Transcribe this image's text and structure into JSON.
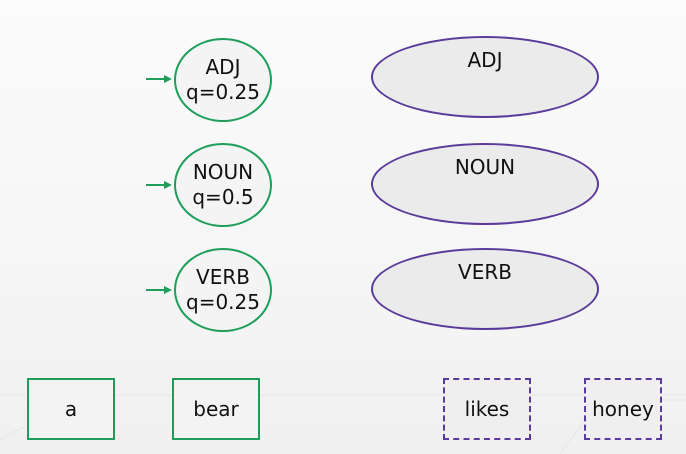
{
  "states": [
    {
      "tag": "ADJ",
      "prob": "q=0.25"
    },
    {
      "tag": "NOUN",
      "prob": "q=0.5"
    },
    {
      "tag": "VERB",
      "prob": "q=0.25"
    }
  ],
  "emissions": [
    "ADJ",
    "NOUN",
    "VERB"
  ],
  "words": [
    {
      "text": "a",
      "style": "observed"
    },
    {
      "text": "bear",
      "style": "observed"
    },
    {
      "text": "likes",
      "style": "pending"
    },
    {
      "text": "honey",
      "style": "pending"
    }
  ],
  "colors": {
    "observed": "#1e9e5a",
    "pending": "#5a3a9a"
  }
}
